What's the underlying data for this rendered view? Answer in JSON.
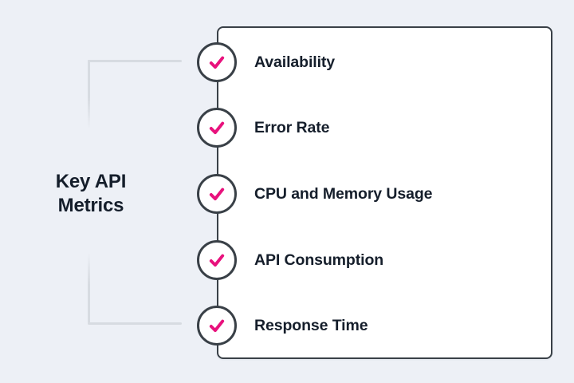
{
  "colors": {
    "background": "#edf0f6",
    "card-bg": "#ffffff",
    "outline": "#394047",
    "accent": "#e8127d",
    "text": "#151e2b",
    "bracket": "#d7dbe1"
  },
  "heading": {
    "text": "Key API Metrics"
  },
  "card": {
    "items": [
      {
        "icon": "checkmark-icon",
        "label": "Availability"
      },
      {
        "icon": "checkmark-icon",
        "label": "Error Rate"
      },
      {
        "icon": "checkmark-icon",
        "label": "CPU and Memory Usage"
      },
      {
        "icon": "checkmark-icon",
        "label": "API Consumption"
      },
      {
        "icon": "checkmark-icon",
        "label": "Response Time"
      }
    ]
  }
}
